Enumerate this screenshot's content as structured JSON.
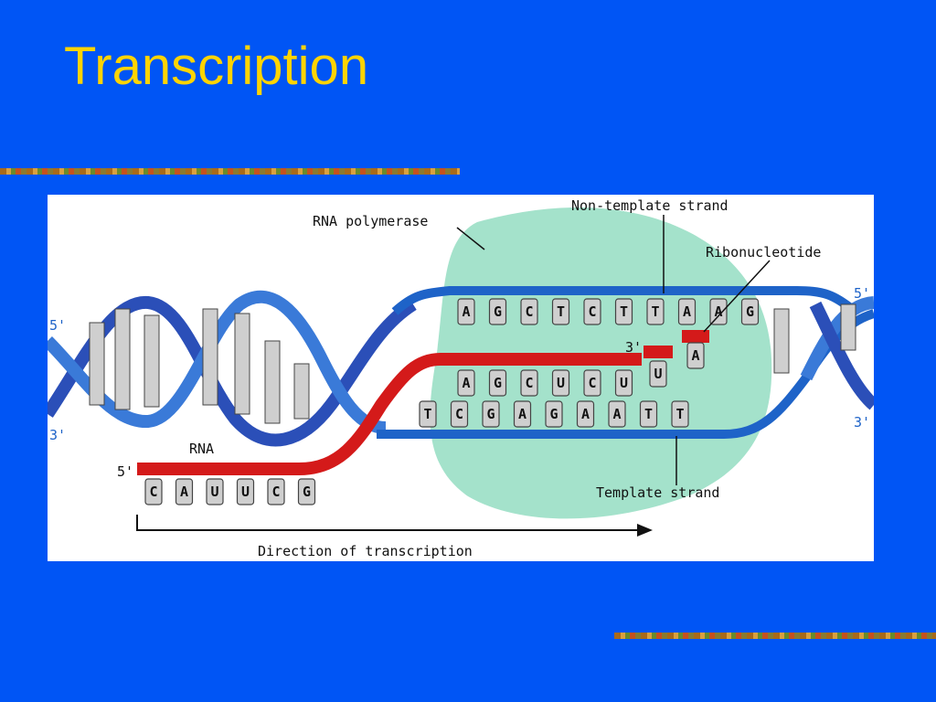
{
  "slide": {
    "title": "Transcription",
    "colors": {
      "background": "#0055f5",
      "title": "#ffd400",
      "dna": "#1e63c8",
      "rna": "#d41a1a",
      "polymerase": "#9fe0c8"
    }
  },
  "diagram": {
    "labels": {
      "rna_polymerase": "RNA polymerase",
      "non_template_strand": "Non-template strand",
      "ribonucleotide": "Ribonucleotide",
      "rna": "RNA",
      "template_strand": "Template strand",
      "direction": "Direction of transcription"
    },
    "ends": {
      "left_top": "5'",
      "left_bottom": "3'",
      "right_top": "5'",
      "right_bottom": "3'",
      "rna_5": "5'",
      "rna_3": "3'"
    },
    "non_template_bases": [
      "A",
      "G",
      "C",
      "T",
      "C",
      "T",
      "T",
      "A",
      "A",
      "G"
    ],
    "rna_bubble_bases": [
      "A",
      "G",
      "C",
      "U",
      "C",
      "U"
    ],
    "template_bubble_bases": [
      "T",
      "C",
      "G",
      "A",
      "G",
      "A",
      "A",
      "T",
      "T"
    ],
    "rna_tail_bases": [
      "C",
      "A",
      "U",
      "U",
      "C",
      "G"
    ],
    "new_nucleotide": "U",
    "incoming_nucleotide": "A"
  }
}
